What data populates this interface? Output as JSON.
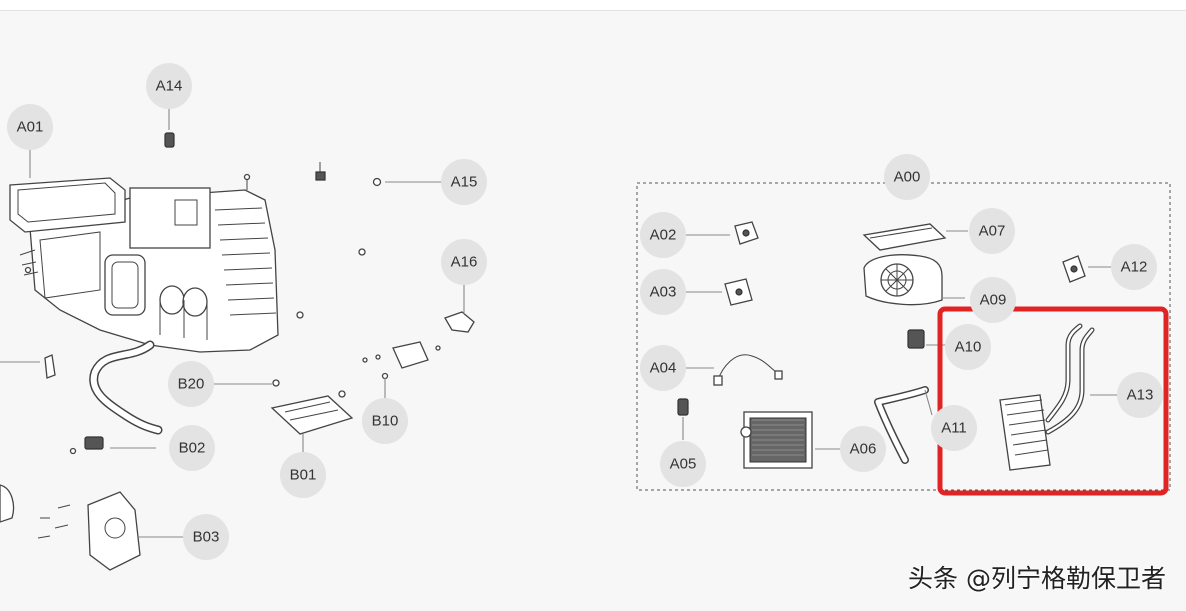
{
  "labels": {
    "A00": "A00",
    "A01": "A01",
    "A02": "A02",
    "A03": "A03",
    "A04": "A04",
    "A05": "A05",
    "A06": "A06",
    "A07": "A07",
    "A09": "A09",
    "A10": "A10",
    "A11": "A11",
    "A12": "A12",
    "A13": "A13",
    "A14": "A14",
    "A15": "A15",
    "A16": "A16",
    "B01": "B01",
    "B02": "B02",
    "B03": "B03",
    "B10": "B10",
    "B20": "B20"
  },
  "highlight_color": "#e02424",
  "watermark": "头条 @列宁格勒保卫者"
}
